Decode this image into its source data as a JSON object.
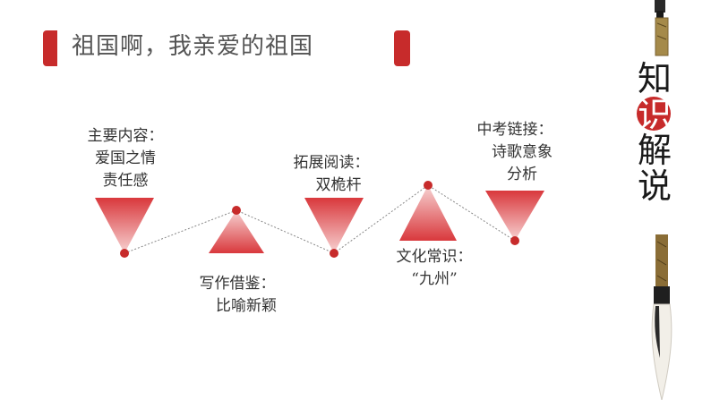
{
  "title": "祖国啊，我亲爱的祖国",
  "side_title": [
    "知",
    "识",
    "解",
    "说"
  ],
  "nodes": [
    {
      "id": "n1",
      "lines": [
        "主要内容：",
        "爱国之情",
        "责任感"
      ]
    },
    {
      "id": "n2",
      "lines": [
        "写作借鉴：",
        "比喻新颖"
      ]
    },
    {
      "id": "n3",
      "lines": [
        "拓展阅读：",
        "双桅杆"
      ]
    },
    {
      "id": "n4",
      "lines": [
        "文化常识：",
        "“九州”"
      ]
    },
    {
      "id": "n5",
      "lines": [
        "中考链接：",
        "诗歌意象",
        "分析"
      ]
    }
  ],
  "colors": {
    "accent": "#c72b2b",
    "triangle_top": "#d9383c",
    "triangle_bottom": "#f7d3d3",
    "text": "#333333"
  }
}
